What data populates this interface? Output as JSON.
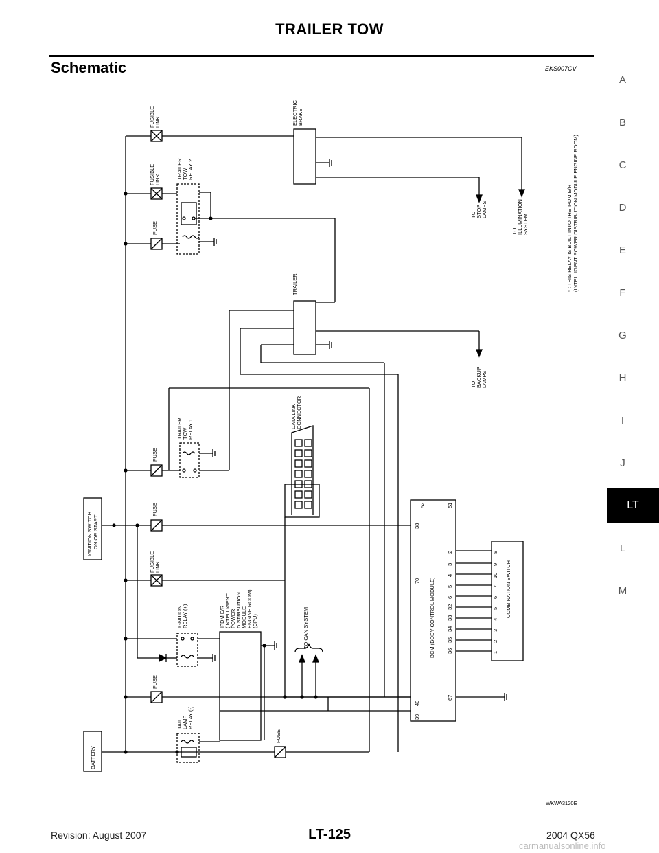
{
  "header": {
    "title": "TRAILER TOW",
    "section": "Schematic",
    "code": "EKS007CV"
  },
  "side_index": [
    "A",
    "B",
    "C",
    "D",
    "E",
    "F",
    "G",
    "H",
    "I",
    "J",
    "LT",
    "L",
    "M"
  ],
  "active_tab": "LT",
  "footer": {
    "revision": "Revision: August 2007",
    "page": "LT-125",
    "model": "2004 QX56",
    "watermark": "carmanualsonline.info"
  },
  "figure_code": "WKWA3120E",
  "labels": {
    "battery": "BATTERY",
    "ign_switch_1": "IGNITION SWITCH",
    "ign_switch_2": "ON OR START",
    "fusible_link": "FUSIBLE",
    "link": "LINK",
    "fuse": "FUSE",
    "tail_1": "TAIL",
    "tail_2": "LAMP",
    "tail_3": "RELAY (-)",
    "ign_relay_1": "IGNITION",
    "ign_relay_2": "RELAY (+)",
    "ipdm": [
      "IPDM E/R",
      "(INTELLIGENT",
      "POWER",
      "DISTRIBUTION",
      "MODULE",
      "ENGINE ROOM)",
      "(CPU)"
    ],
    "trailer_tow": "TRAILER",
    "tow": "TOW",
    "relay1": "RELAY 1",
    "relay2": "RELAY 2",
    "to_can": "TO CAN SYSTEM",
    "dlc_1": "DATA LINK",
    "dlc_2": "CONNECTOR",
    "bcm": "BCM (BODY CONTROL MODULE)",
    "combo": "COMBINATION SWITCH",
    "trailer": "TRAILER",
    "brake_1": "ELECTRIC",
    "brake_2": "BRAKE",
    "to": "TO",
    "stop_1": "STOP",
    "stop_2": "LAMPS",
    "backup_1": "BACKUP",
    "backup_2": "LAMPS",
    "illum_1": "ILLUMINATION",
    "illum_2": "SYSTEM",
    "note_1": "* : THIS RELAY IS BUILT INTO THE IPDM E/R",
    "note_2": "(INTELLIGENT POWER DISTRIBUTION MODULE ENGINE ROOM)"
  },
  "bcm_pins_left": [
    "39",
    "40",
    "67"
  ],
  "bcm_pins_top": [
    "38",
    "52",
    "51",
    "70"
  ],
  "bcm_pins_bottom": [
    "36",
    "35",
    "34",
    "33",
    "32",
    "6",
    "5",
    "4",
    "3",
    "2"
  ],
  "combo_pins": [
    "1",
    "2",
    "3",
    "4",
    "5",
    "6",
    "7",
    "10",
    "9",
    "8"
  ]
}
